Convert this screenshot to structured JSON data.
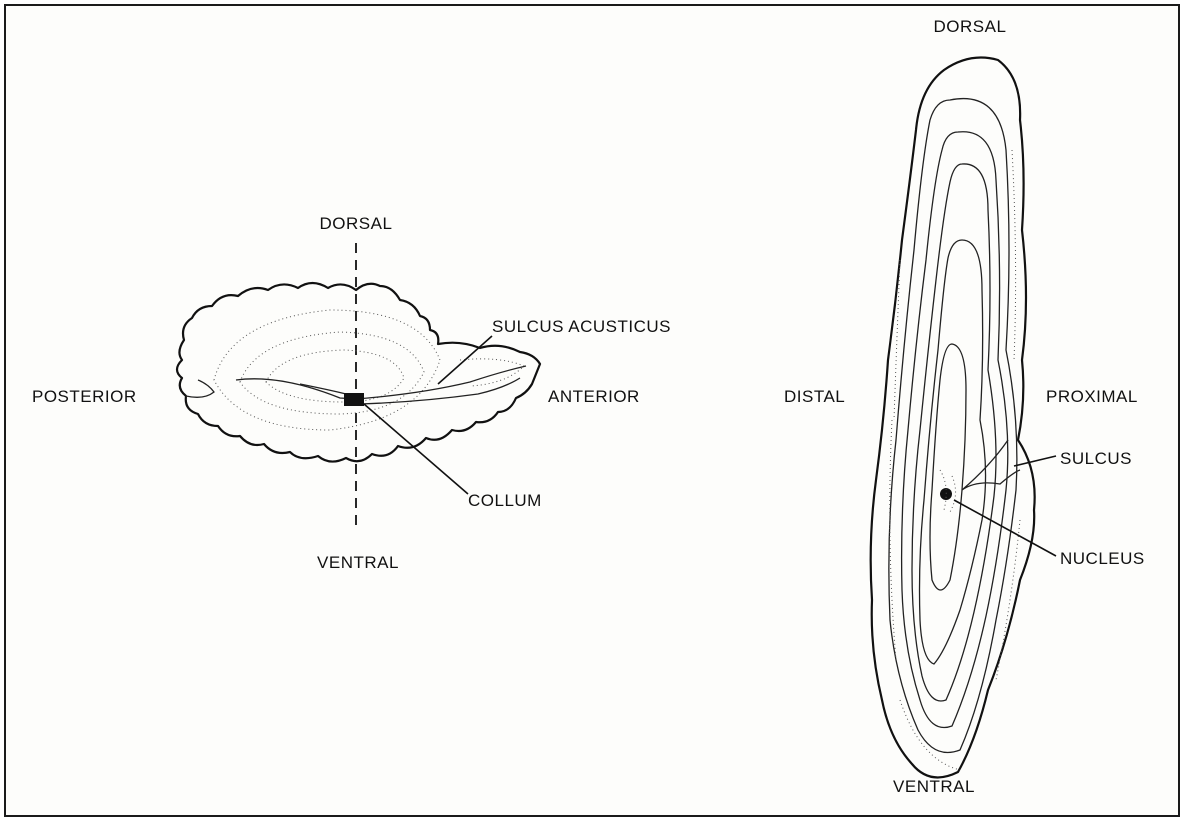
{
  "left_view": {
    "dorsal": "DORSAL",
    "ventral": "VENTRAL",
    "posterior": "POSTERIOR",
    "anterior": "ANTERIOR",
    "sulcus_acusticus": "SULCUS ACUSTICUS",
    "collum": "COLLUM"
  },
  "right_view": {
    "dorsal": "DORSAL",
    "ventral": "VENTRAL",
    "distal": "DISTAL",
    "proximal": "PROXIMAL",
    "sulcus": "SULCUS",
    "nucleus": "NUCLEUS"
  }
}
